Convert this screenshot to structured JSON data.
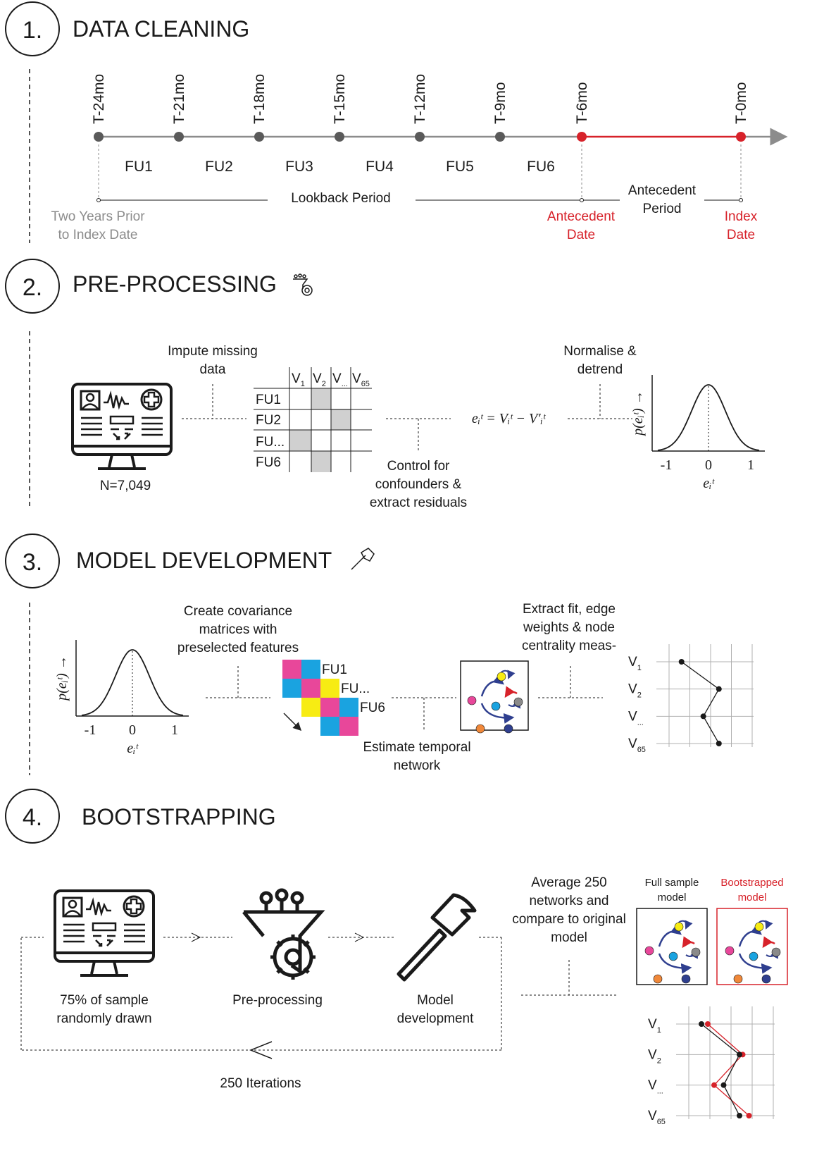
{
  "sections": [
    {
      "number": "1.",
      "title": "DATA CLEANING"
    },
    {
      "number": "2.",
      "title": "PRE-PROCESSING"
    },
    {
      "number": "3.",
      "title": "MODEL DEVELOPMENT"
    },
    {
      "number": "4.",
      "title": "BOOTSTRAPPING"
    }
  ],
  "timeline": {
    "ticks": [
      "T-24mo",
      "T-21mo",
      "T-18mo",
      "T-15mo",
      "T-12mo",
      "T-9mo",
      "T-6mo",
      "T-0mo"
    ],
    "followups": [
      "FU1",
      "FU2",
      "FU3",
      "FU4",
      "FU5",
      "FU6"
    ],
    "lookback": "Lookback Period",
    "antecedent_period": [
      "Antecedent",
      "Period"
    ],
    "two_years": [
      "Two Years Prior",
      "to Index Date"
    ],
    "antecedent_date": [
      "Antecedent",
      "Date"
    ],
    "index_date": [
      "Index",
      "Date"
    ],
    "colors": {
      "grey": "#5a5a5a",
      "red": "#d7222a",
      "faint": "#8c8c8c"
    }
  },
  "preprocessing": {
    "sample": "N=7,049",
    "impute": [
      "Impute missing",
      "data"
    ],
    "normalise": [
      "Normalise &",
      "detrend"
    ],
    "control": [
      "Control for",
      "confounders &",
      "extract residuals"
    ],
    "columns": [
      "V",
      "V",
      "V",
      "V"
    ],
    "column_subs": [
      "1",
      "2",
      "...",
      "65"
    ],
    "rows": [
      "FU1",
      "FU2",
      "FU...",
      "FU6"
    ],
    "equation": "eᵢᵗ = Vᵢᵗ − V′ᵢᵗ",
    "axis_ticks": [
      "-1",
      "0",
      "1"
    ],
    "xlabel": "eᵢᵗ",
    "ylabel": "p(eᵢᵗ) →"
  },
  "model": {
    "covariance": [
      "Create covariance",
      "matrices with",
      "preselected features"
    ],
    "extract": [
      "Extract fit, edge",
      "weights & node",
      "centrality meas-"
    ],
    "estimate": [
      "Estimate temporal",
      "network"
    ],
    "matrix_labels": [
      "FU1",
      "FU...",
      "FU6"
    ],
    "node_labels": [
      "V",
      "V",
      "V",
      "V"
    ],
    "node_subs": [
      "1",
      "2",
      "...",
      "65"
    ],
    "centrality_full": [
      0.2,
      0.8,
      0.55,
      0.8
    ],
    "centrality_boot": [
      0.3,
      0.85,
      0.4,
      0.95
    ],
    "colors": {
      "pink": "#e8479a",
      "cyan": "#1aa3e0",
      "yellow": "#f7ec13",
      "navy": "#2f3f8f",
      "orange": "#f0883a",
      "grey": "#8a8a8a"
    }
  },
  "bootstrap": {
    "sample": [
      "75% of sample",
      "randomly drawn"
    ],
    "preproc": "Pre-processing",
    "model": [
      "Model",
      "development"
    ],
    "iterations": "250 Iterations",
    "average": [
      "Average 250",
      "networks and",
      "compare to original",
      "model"
    ],
    "full": [
      "Full sample",
      "model"
    ],
    "boot": [
      "Bootstrapped",
      "model"
    ]
  }
}
